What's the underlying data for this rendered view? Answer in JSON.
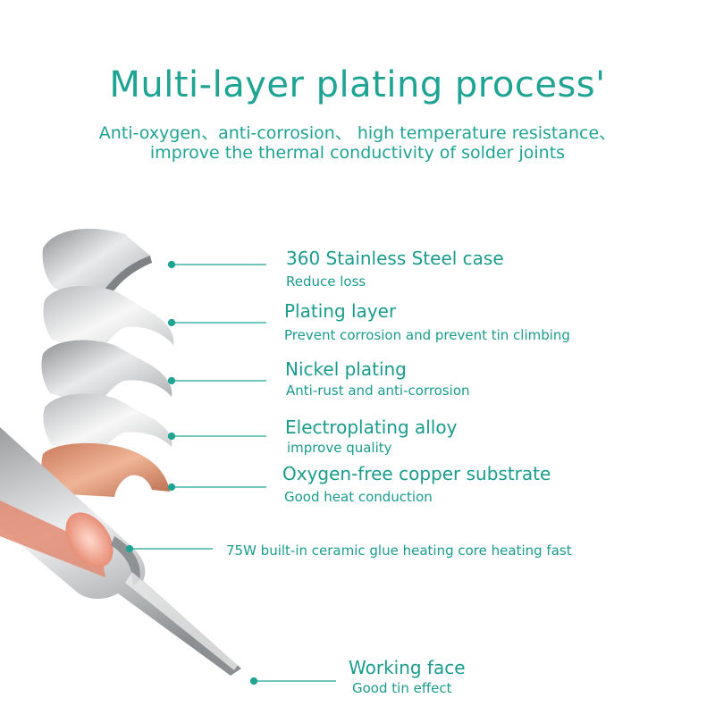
{
  "heading": {
    "title": "Multi-layer plating process'",
    "subtitle_line1": "Anti-oxygen、anti-corrosion、 high temperature resistance、",
    "subtitle_line2": "improve the thermal conductivity of solder joints"
  },
  "layers": [
    {
      "title": "360 Stainless Steel case",
      "desc": "Reduce loss"
    },
    {
      "title": "Plating layer",
      "desc": "Prevent corrosion and prevent tin climbing"
    },
    {
      "title": "Nickel plating",
      "desc": "Anti-rust and anti-corrosion"
    },
    {
      "title": "Electroplating alloy",
      "desc": "improve quality"
    },
    {
      "title": "Oxygen-free copper substrate",
      "desc": "Good heat conduction"
    }
  ],
  "heating_core": {
    "label": "75W built-in ceramic glue heating core heating fast"
  },
  "tip": {
    "title": "Working face",
    "desc": "Good tin effect"
  },
  "colors": {
    "accent": "#1fa393",
    "steel": "#c9cbcc",
    "copper": "#d99473",
    "glow": "#e58a74"
  }
}
